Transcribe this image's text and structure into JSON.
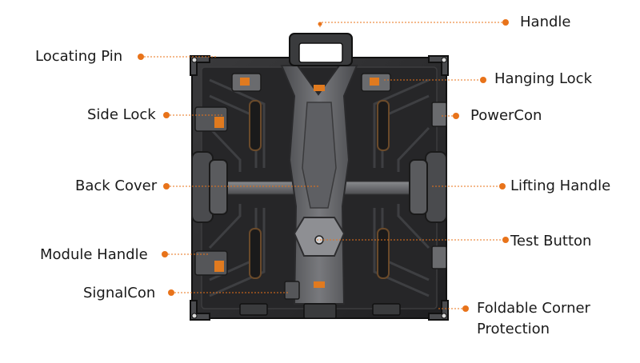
{
  "accent_color": "#e8731a",
  "callouts": {
    "handle": "Handle",
    "locating_pin": "Locating Pin",
    "hanging_lock": "Hanging Lock",
    "side_lock": "Side Lock",
    "powercon": "PowerCon",
    "back_cover": "Back Cover",
    "lifting_handle": "Lifting Handle",
    "test_button": "Test Button",
    "module_handle": "Module Handle",
    "signalcon": "SignalCon",
    "foldable_corner_line1": "Foldable Corner",
    "foldable_corner_line2": "Protection"
  }
}
